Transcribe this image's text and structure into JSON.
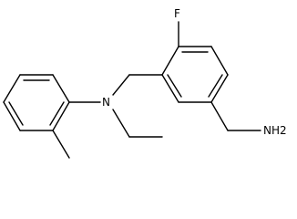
{
  "molecule": {
    "atoms": {
      "fluorine": "F",
      "nitrogen": "N",
      "amine": "NH2"
    }
  }
}
